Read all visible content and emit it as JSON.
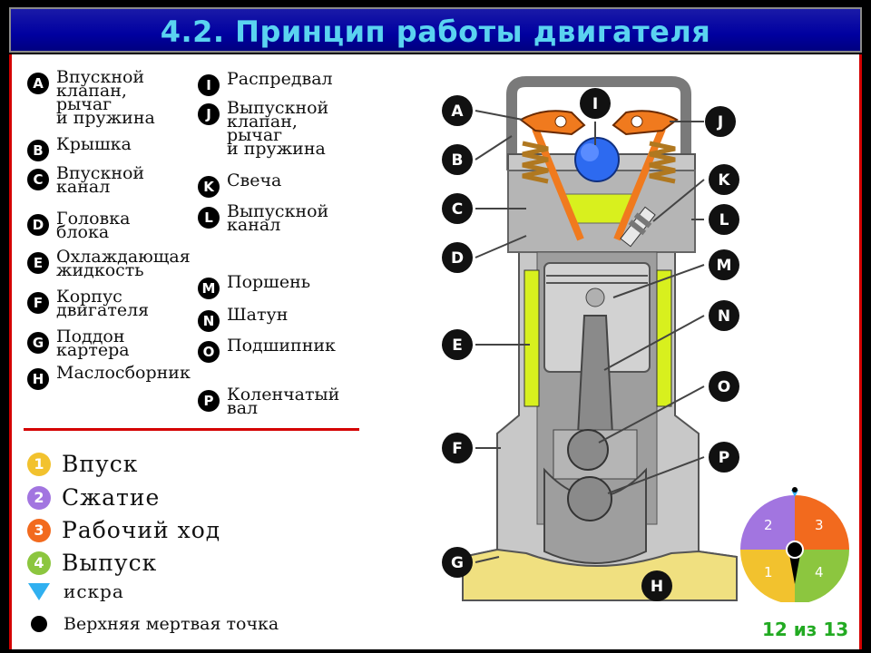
{
  "header": {
    "title": "4.2. Принцип работы двигателя"
  },
  "legend_left": [
    {
      "letter": "A",
      "lines": [
        "Впускной",
        "клапан,",
        "рычаг",
        "и пружина"
      ]
    },
    {
      "letter": "B",
      "lines": [
        "Крышка"
      ]
    },
    {
      "letter": "C",
      "lines": [
        "Впускной",
        "канал"
      ]
    },
    {
      "letter": "D",
      "lines": [
        "Головка",
        "блока"
      ]
    },
    {
      "letter": "E",
      "lines": [
        "Охлаждающая",
        "жидкость"
      ]
    },
    {
      "letter": "F",
      "lines": [
        "Корпус",
        "двигателя"
      ]
    },
    {
      "letter": "G",
      "lines": [
        "Поддон",
        "картера"
      ]
    },
    {
      "letter": "H",
      "lines": [
        "Маслосборник"
      ]
    }
  ],
  "legend_right": [
    {
      "letter": "I",
      "lines": [
        "Распредвал"
      ]
    },
    {
      "letter": "J",
      "lines": [
        "Выпускной",
        "клапан,",
        "рычаг",
        "и пружина"
      ]
    },
    {
      "letter": "K",
      "lines": [
        "Свеча"
      ]
    },
    {
      "letter": "L",
      "lines": [
        "Выпускной",
        "канал"
      ]
    },
    {
      "letter": "M",
      "lines": [
        "Поршень"
      ]
    },
    {
      "letter": "N",
      "lines": [
        "Шатун"
      ]
    },
    {
      "letter": "O",
      "lines": [
        "Подшипник"
      ]
    },
    {
      "letter": "P",
      "lines": [
        "Коленчатый",
        "вал"
      ]
    }
  ],
  "phases": [
    {
      "num": "1",
      "label": "Впуск",
      "color": "#f2c22e"
    },
    {
      "num": "2",
      "label": "Сжатие",
      "color": "#a275e0"
    },
    {
      "num": "3",
      "label": "Рабочий ход",
      "color": "#f26a1e"
    },
    {
      "num": "4",
      "label": "Выпуск",
      "color": "#8cc63f"
    }
  ],
  "spark_label": "искра",
  "tdc_label": "Верхняя мертвая точка",
  "callouts": [
    "A",
    "B",
    "C",
    "D",
    "E",
    "F",
    "G",
    "I",
    "J",
    "K",
    "L",
    "M",
    "N",
    "O",
    "P",
    "H"
  ],
  "dial": {
    "q1": "1",
    "q2": "2",
    "q3": "3",
    "q4": "4"
  },
  "page_indicator": "12 из 13",
  "colors": {
    "header_bg": "#0000a0",
    "title": "#5ad3f0",
    "border": "#d40000",
    "coolant": "#d8f01e",
    "rocker": "#f07a1e",
    "oil": "#f0e080",
    "cam": "#2d6af0",
    "spark": "#30b0f0"
  }
}
